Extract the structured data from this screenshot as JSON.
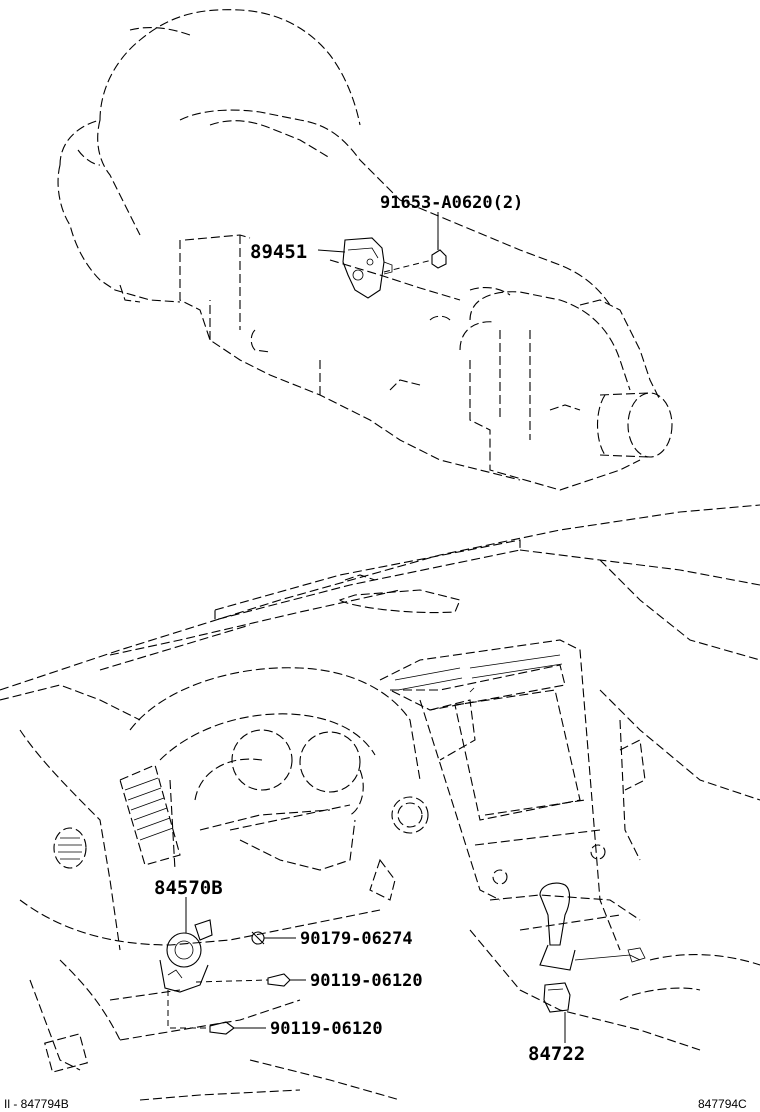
{
  "callouts": {
    "bolt_top": "91653-A0620(2)",
    "neutral_switch": "89451",
    "switch_assy": "84570B",
    "screw_1": "90179-06274",
    "screw_2": "90119-06120",
    "screw_3": "90119-06120",
    "shift_switch": "84722"
  },
  "footer": {
    "ref_left": "Il - 847794B",
    "ref_right": "847794C"
  }
}
